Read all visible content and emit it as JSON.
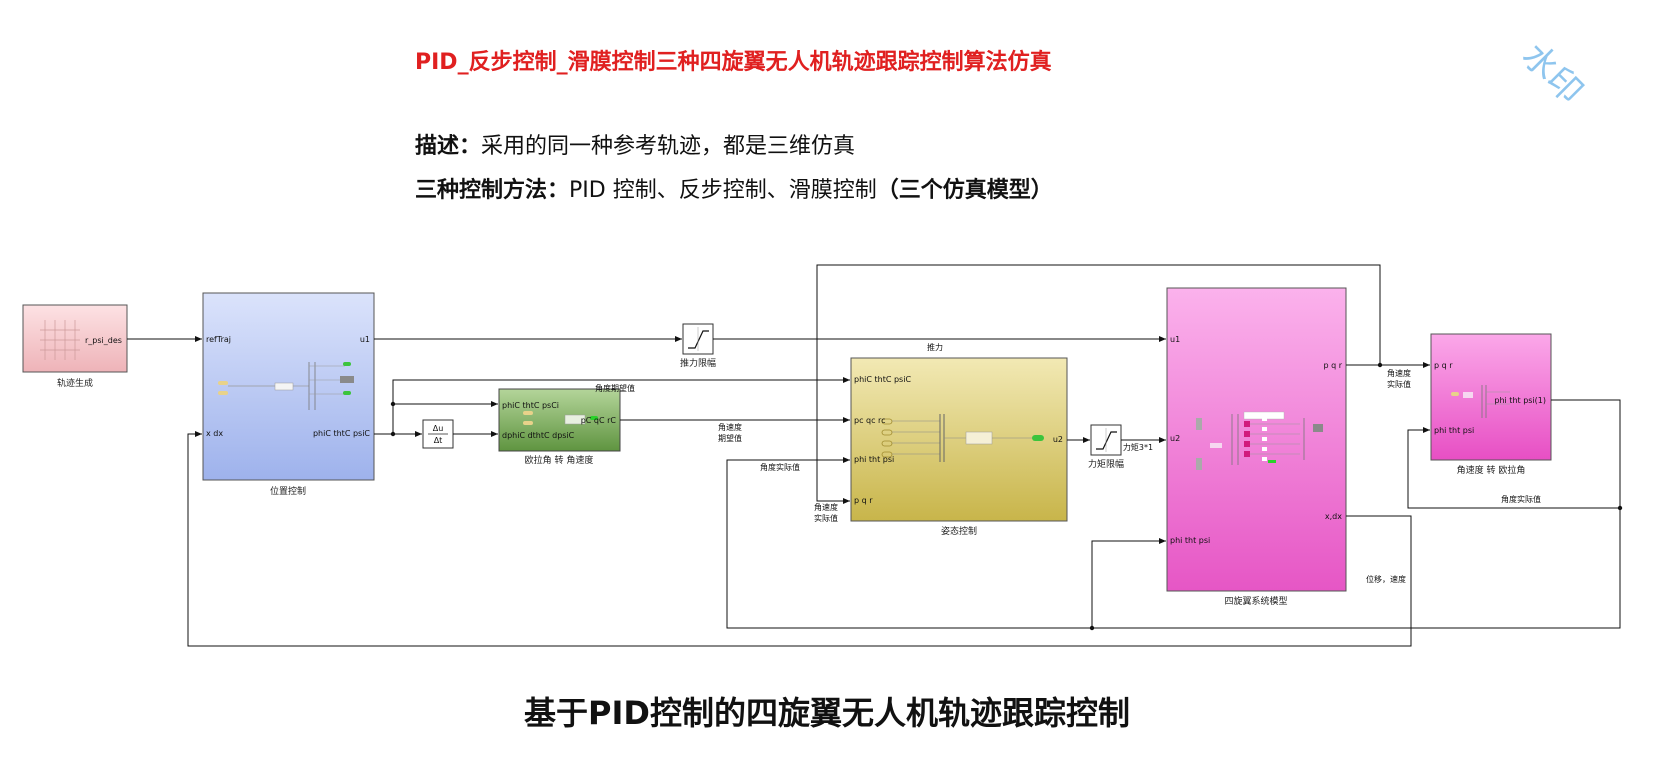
{
  "header": {
    "title": "PID_反步控制_滑膜控制三种四旋翼无人机轨迹跟踪控制算法仿真",
    "desc_label": "描述：",
    "desc_text": "采用的同一种参考轨迹，都是三维仿真",
    "methods_label": "三种控制方法：",
    "methods_text": "PID 控制、反步控制、滑膜控制",
    "methods_bold": "（三个仿真模型）"
  },
  "watermark": "水印",
  "caption": "基于PID控制的四旋翼无人机轨迹跟踪控制",
  "colors": {
    "title_red": "#e02020",
    "traj_block": "#f4c4c8",
    "pos_block": "#b9c8f2",
    "euler_block": "#7fae5e",
    "att_block": "#e2d27c",
    "model_block": "#ee7fd7",
    "conv_block": "#f07ad8",
    "watermark": "#8ec5ee"
  },
  "blocks": {
    "traj": {
      "caption": "轨迹生成",
      "port_out": "r_psi_des"
    },
    "pos": {
      "caption": "位置控制",
      "in1": "refTraj",
      "in2": "x dx",
      "out1": "u1",
      "out2": "phiC thtC psiC"
    },
    "deriv": {
      "symbol_top": "Δu",
      "symbol_bottom": "Δt"
    },
    "euler": {
      "caption": "欧拉角 转 角速度",
      "in1": "phiC thtC psCi",
      "in2": "dphiC dthtC dpsiC",
      "out1": "pC qC rC"
    },
    "thrust_sat": {
      "caption": "推力限幅"
    },
    "att": {
      "caption": "姿态控制",
      "in1": "phiC thtC psiC",
      "in2": "pc qc rc",
      "in3": "phi tht psi",
      "in4": "p q r",
      "out1": "u2"
    },
    "torque_sat": {
      "caption": "力矩限幅"
    },
    "model": {
      "caption": "四旋翼系统模型",
      "in1": "u1",
      "in2": "u2",
      "in3": "phi tht psi",
      "out1": "p q r",
      "out2": "x,dx"
    },
    "conv": {
      "caption": "角速度 转 欧拉角",
      "in1": "p q r",
      "in2": "phi tht psi",
      "out1": "phi tht psi(1)"
    }
  },
  "signals": {
    "thrust": "推力",
    "att_desired": "角度期望值",
    "rate_desired_1": "角速度",
    "rate_desired_2": "期望值",
    "angle_actual_1": "角度实际值",
    "rate_actual_a1": "角速度",
    "rate_actual_a2": "实际值",
    "rate_actual_b1": "角速度",
    "rate_actual_b2": "实际值",
    "torque": "力矩3*1",
    "angle_actual_2": "角度实际值",
    "pos_vel": "位移，速度"
  }
}
